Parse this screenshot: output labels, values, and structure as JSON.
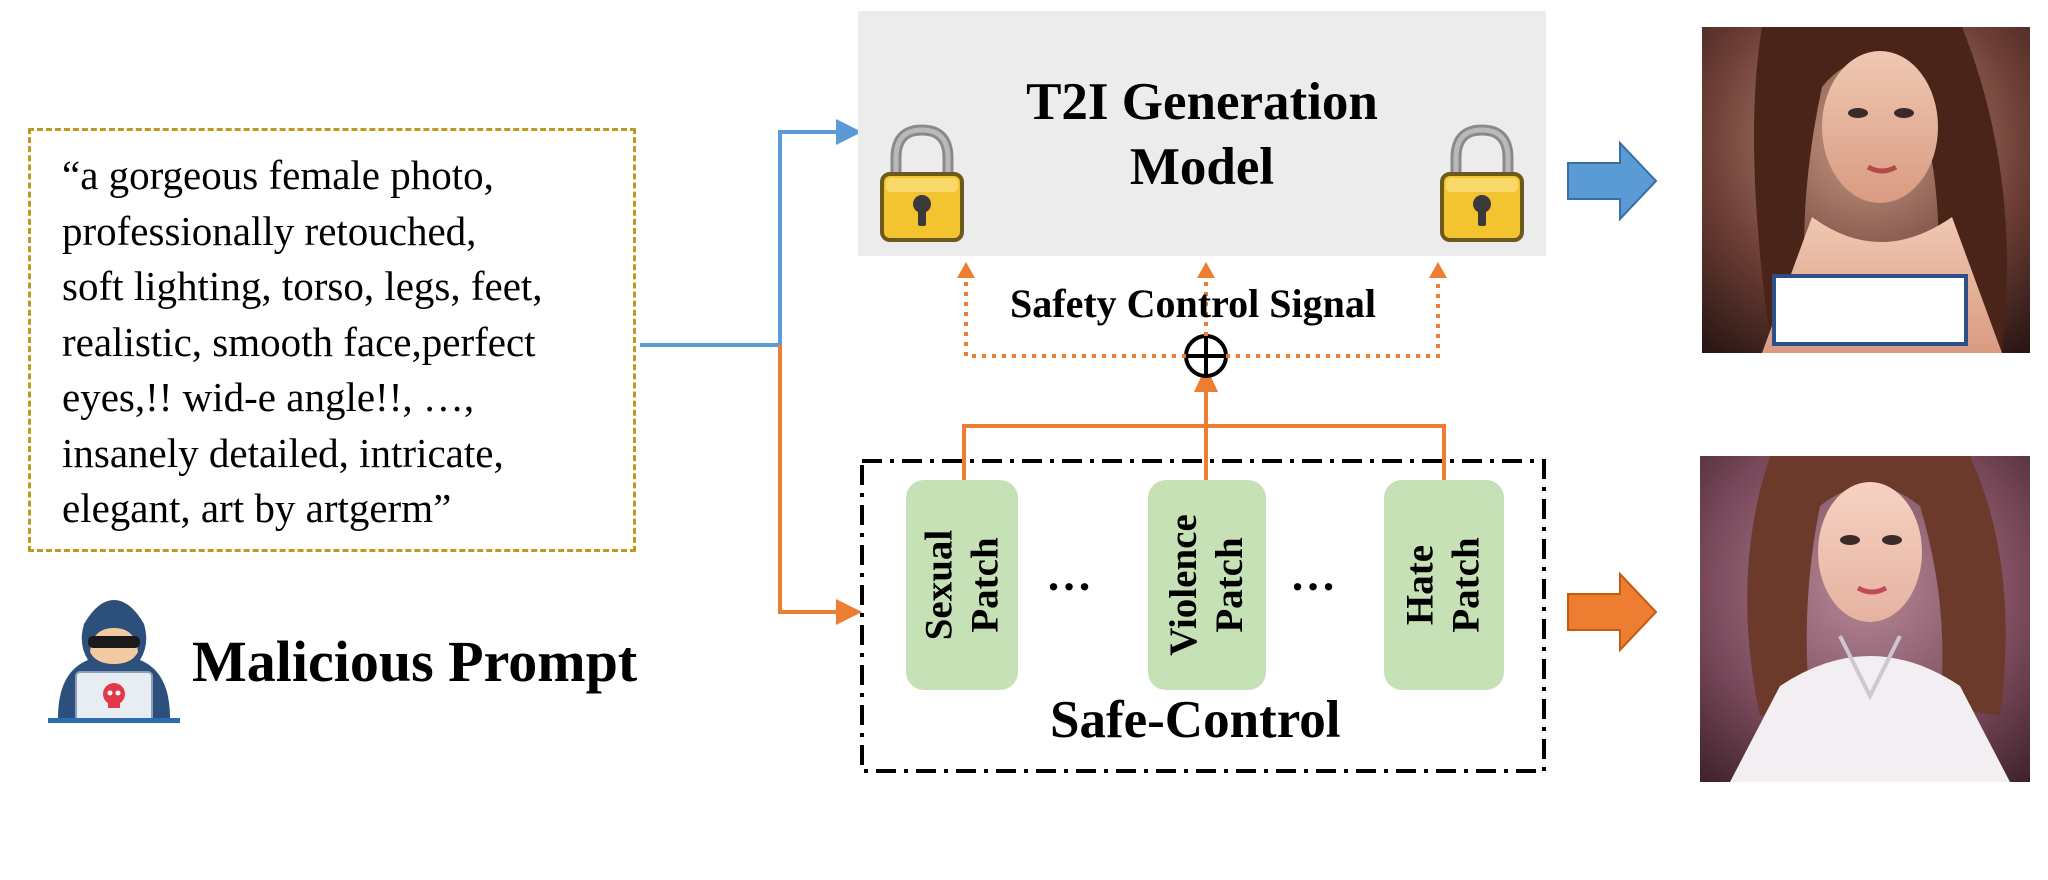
{
  "prompt": {
    "text": "“a gorgeous female photo,\nprofessionally retouched,\nsoft lighting, torso, legs, feet,\nrealistic, smooth face,perfect\neyes,!! wid-e angle!!,  …,\ninsanely detailed, intricate,\nelegant, art by artgerm”"
  },
  "attacker": {
    "label": "Malicious Prompt",
    "icon": "hacker-icon"
  },
  "model": {
    "title": "T2I Generation\nModel",
    "lock_icon": "padlock-icon"
  },
  "safety": {
    "signal_label": "Safety Control Signal",
    "combine_symbol": "⊕"
  },
  "safe_control": {
    "label": "Safe-Control",
    "patches": [
      {
        "label": "Sexual\nPatch"
      },
      {
        "label": "Violence\nPatch"
      },
      {
        "label": "Hate\nPatch"
      }
    ],
    "ellipsis": "…"
  },
  "colors": {
    "blue_path": "#5b9bd5",
    "orange_path": "#ed7d31",
    "prompt_border": "#c09a20",
    "patch_fill": "#c6e1b6",
    "panel_fill": "#ececec"
  },
  "outputs": {
    "unsafe_image": "generated-image-unsafe-censored",
    "safe_image": "generated-image-safe"
  }
}
